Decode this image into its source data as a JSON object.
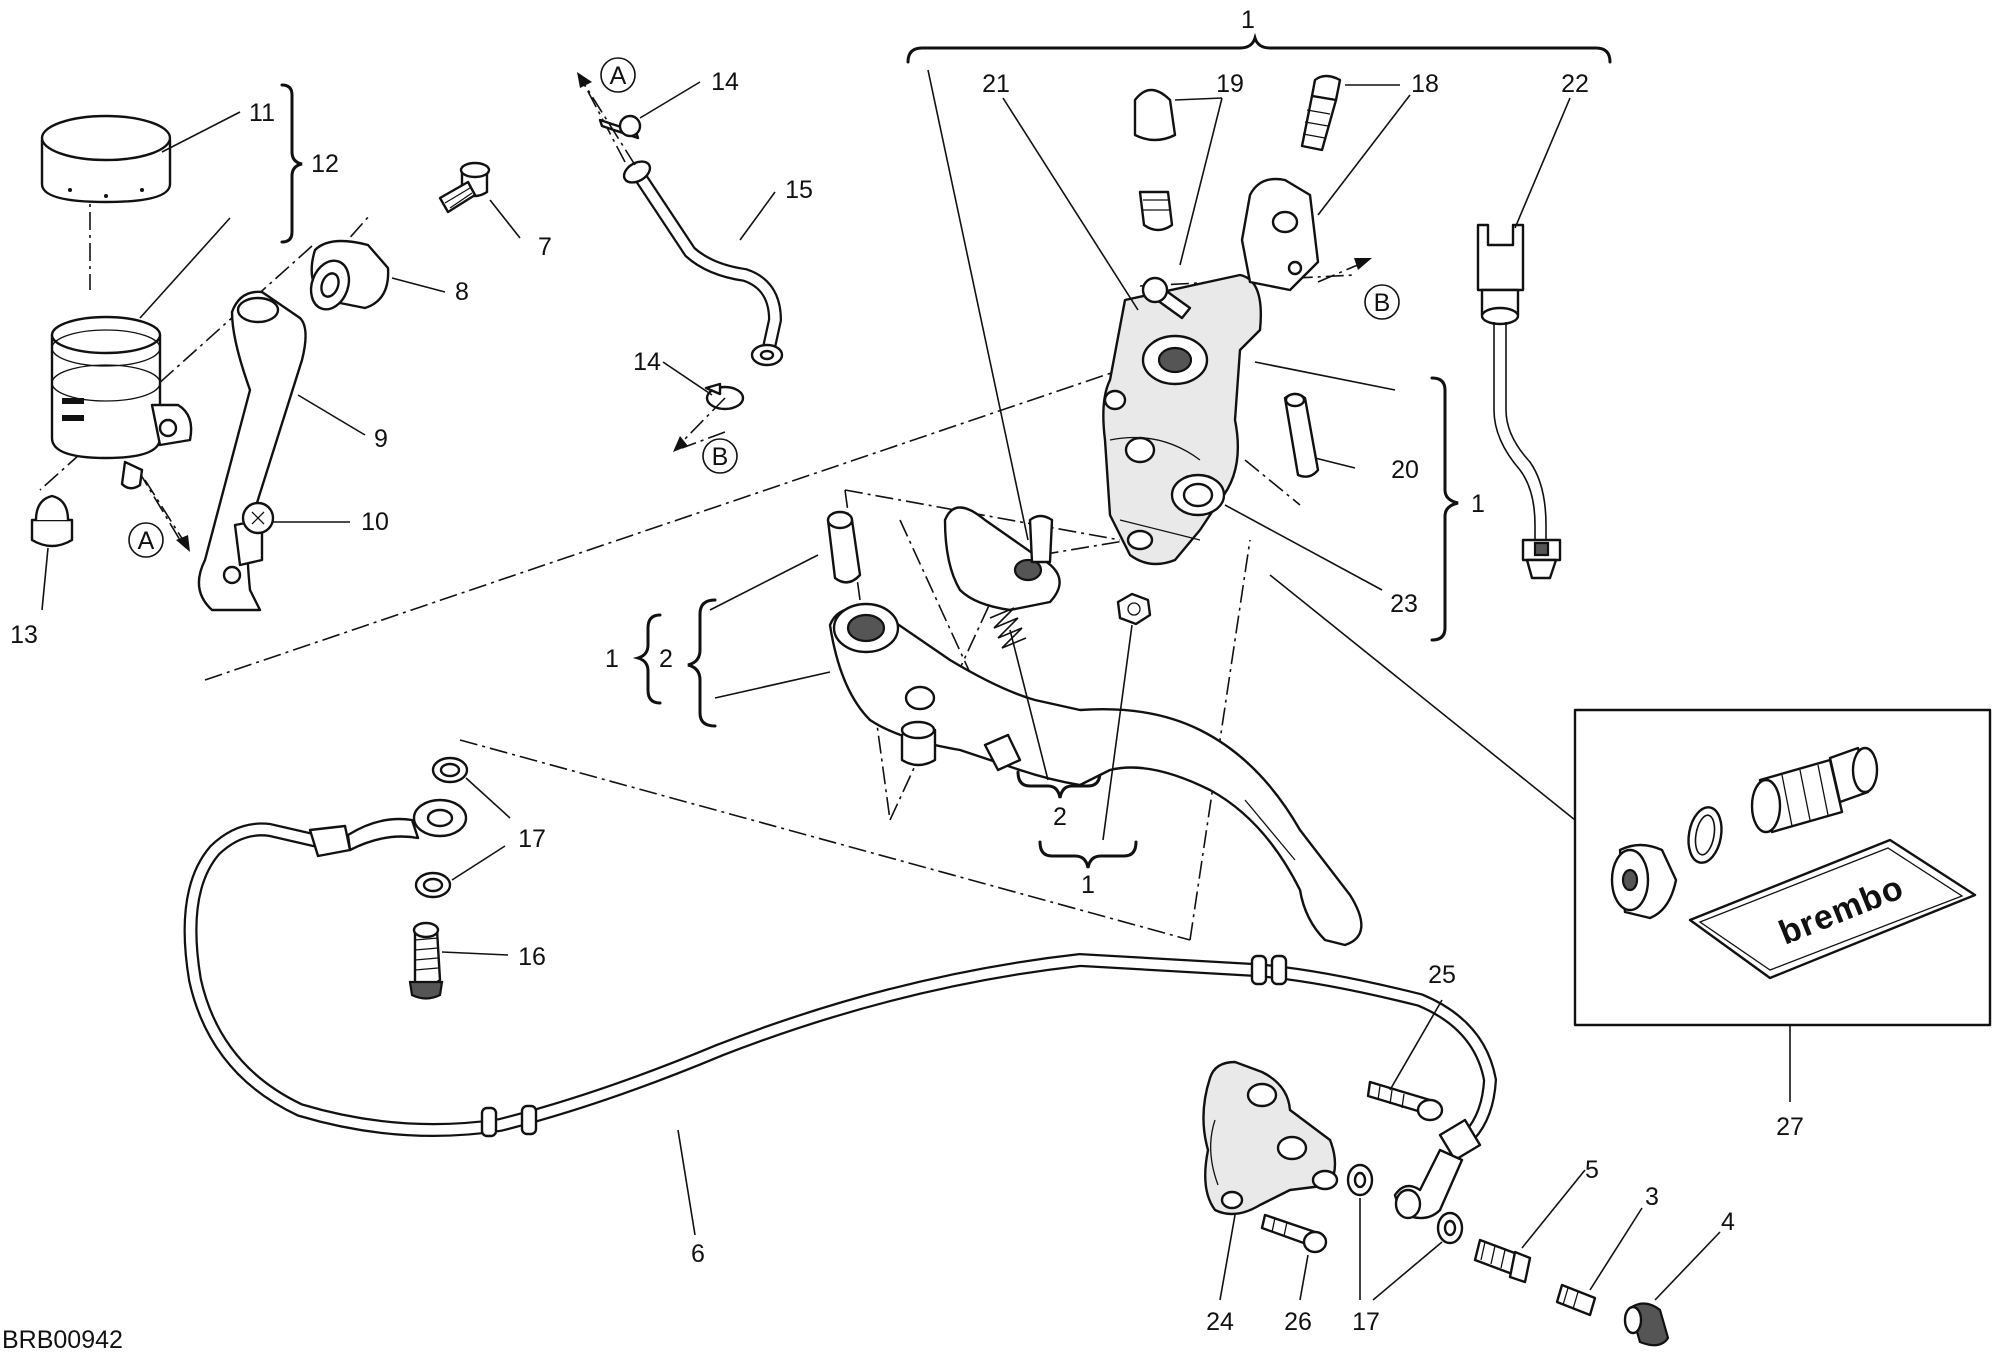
{
  "diagram_code": "BRB00942",
  "part_numbers": {
    "p1_top": "1",
    "p1_right": "1",
    "p1_left": "1",
    "p1_bottom": "1",
    "p2_left": "2",
    "p2_bottom": "2",
    "p3": "3",
    "p4": "4",
    "p5": "5",
    "p6": "6",
    "p7": "7",
    "p8": "8",
    "p9": "9",
    "p10": "10",
    "p11": "11",
    "p12": "12",
    "p13": "13",
    "p14_top": "14",
    "p14_bottom": "14",
    "p15": "15",
    "p16": "16",
    "p17_upper": "17",
    "p17_lower": "17",
    "p18": "18",
    "p19": "19",
    "p20": "20",
    "p21": "21",
    "p22": "22",
    "p23": "23",
    "p24": "24",
    "p25": "25",
    "p26": "26",
    "p27": "27"
  },
  "connection_markers": {
    "a_top": "A",
    "a_left": "A",
    "b_right": "B",
    "b_bottom": "B"
  },
  "kit_brand": "brembo"
}
